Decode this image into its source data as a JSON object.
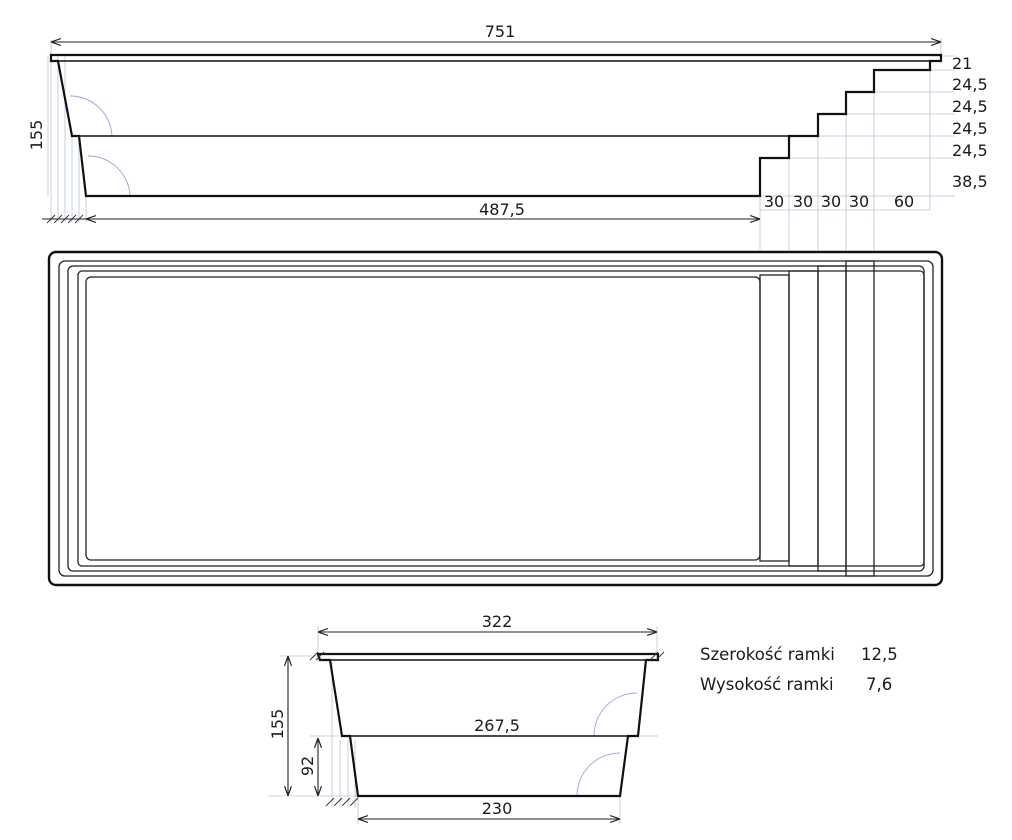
{
  "dimensions": {
    "top_length": "751",
    "floor_length": "487,5",
    "depth_side": "155",
    "step_heights": [
      "21",
      "24,5",
      "24,5",
      "24,5",
      "24,5",
      "38,5"
    ],
    "step_widths": [
      "30",
      "30",
      "30",
      "30",
      "60"
    ],
    "cross_top_width": "322",
    "cross_mid_width": "267,5",
    "cross_bottom_width": "230",
    "cross_depth": "155",
    "cross_shallow_depth": "92"
  },
  "frame": {
    "width_label": "Szerokość ramki",
    "width_value": "12,5",
    "height_label": "Wysokość ramki",
    "height_value": "7,6"
  },
  "colors": {
    "outline": "#111111",
    "dimension": "#222222",
    "extension": "#b9c3d6",
    "arc": "#9aa6e0"
  }
}
